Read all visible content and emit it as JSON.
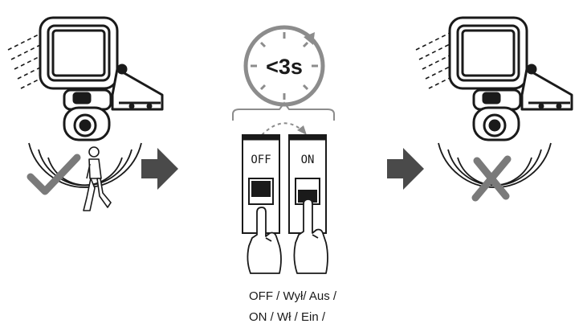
{
  "timer": {
    "label": "<3s"
  },
  "switches": [
    {
      "label": "OFF"
    },
    {
      "label": "ON"
    }
  ],
  "caption": {
    "line1": "OFF / Wył/ Aus /",
    "line2": "ON / Wł / Ein /"
  },
  "colors": {
    "ink": "#1a1a1a",
    "gray": "#8c8c8c",
    "arrow": "#4a4a4a",
    "check": "#7a7a7a"
  },
  "icons": [
    "floodlight-icon",
    "person-icon",
    "check-icon",
    "arrow-right-icon",
    "timer-icon",
    "hand-icon",
    "cross-icon"
  ]
}
